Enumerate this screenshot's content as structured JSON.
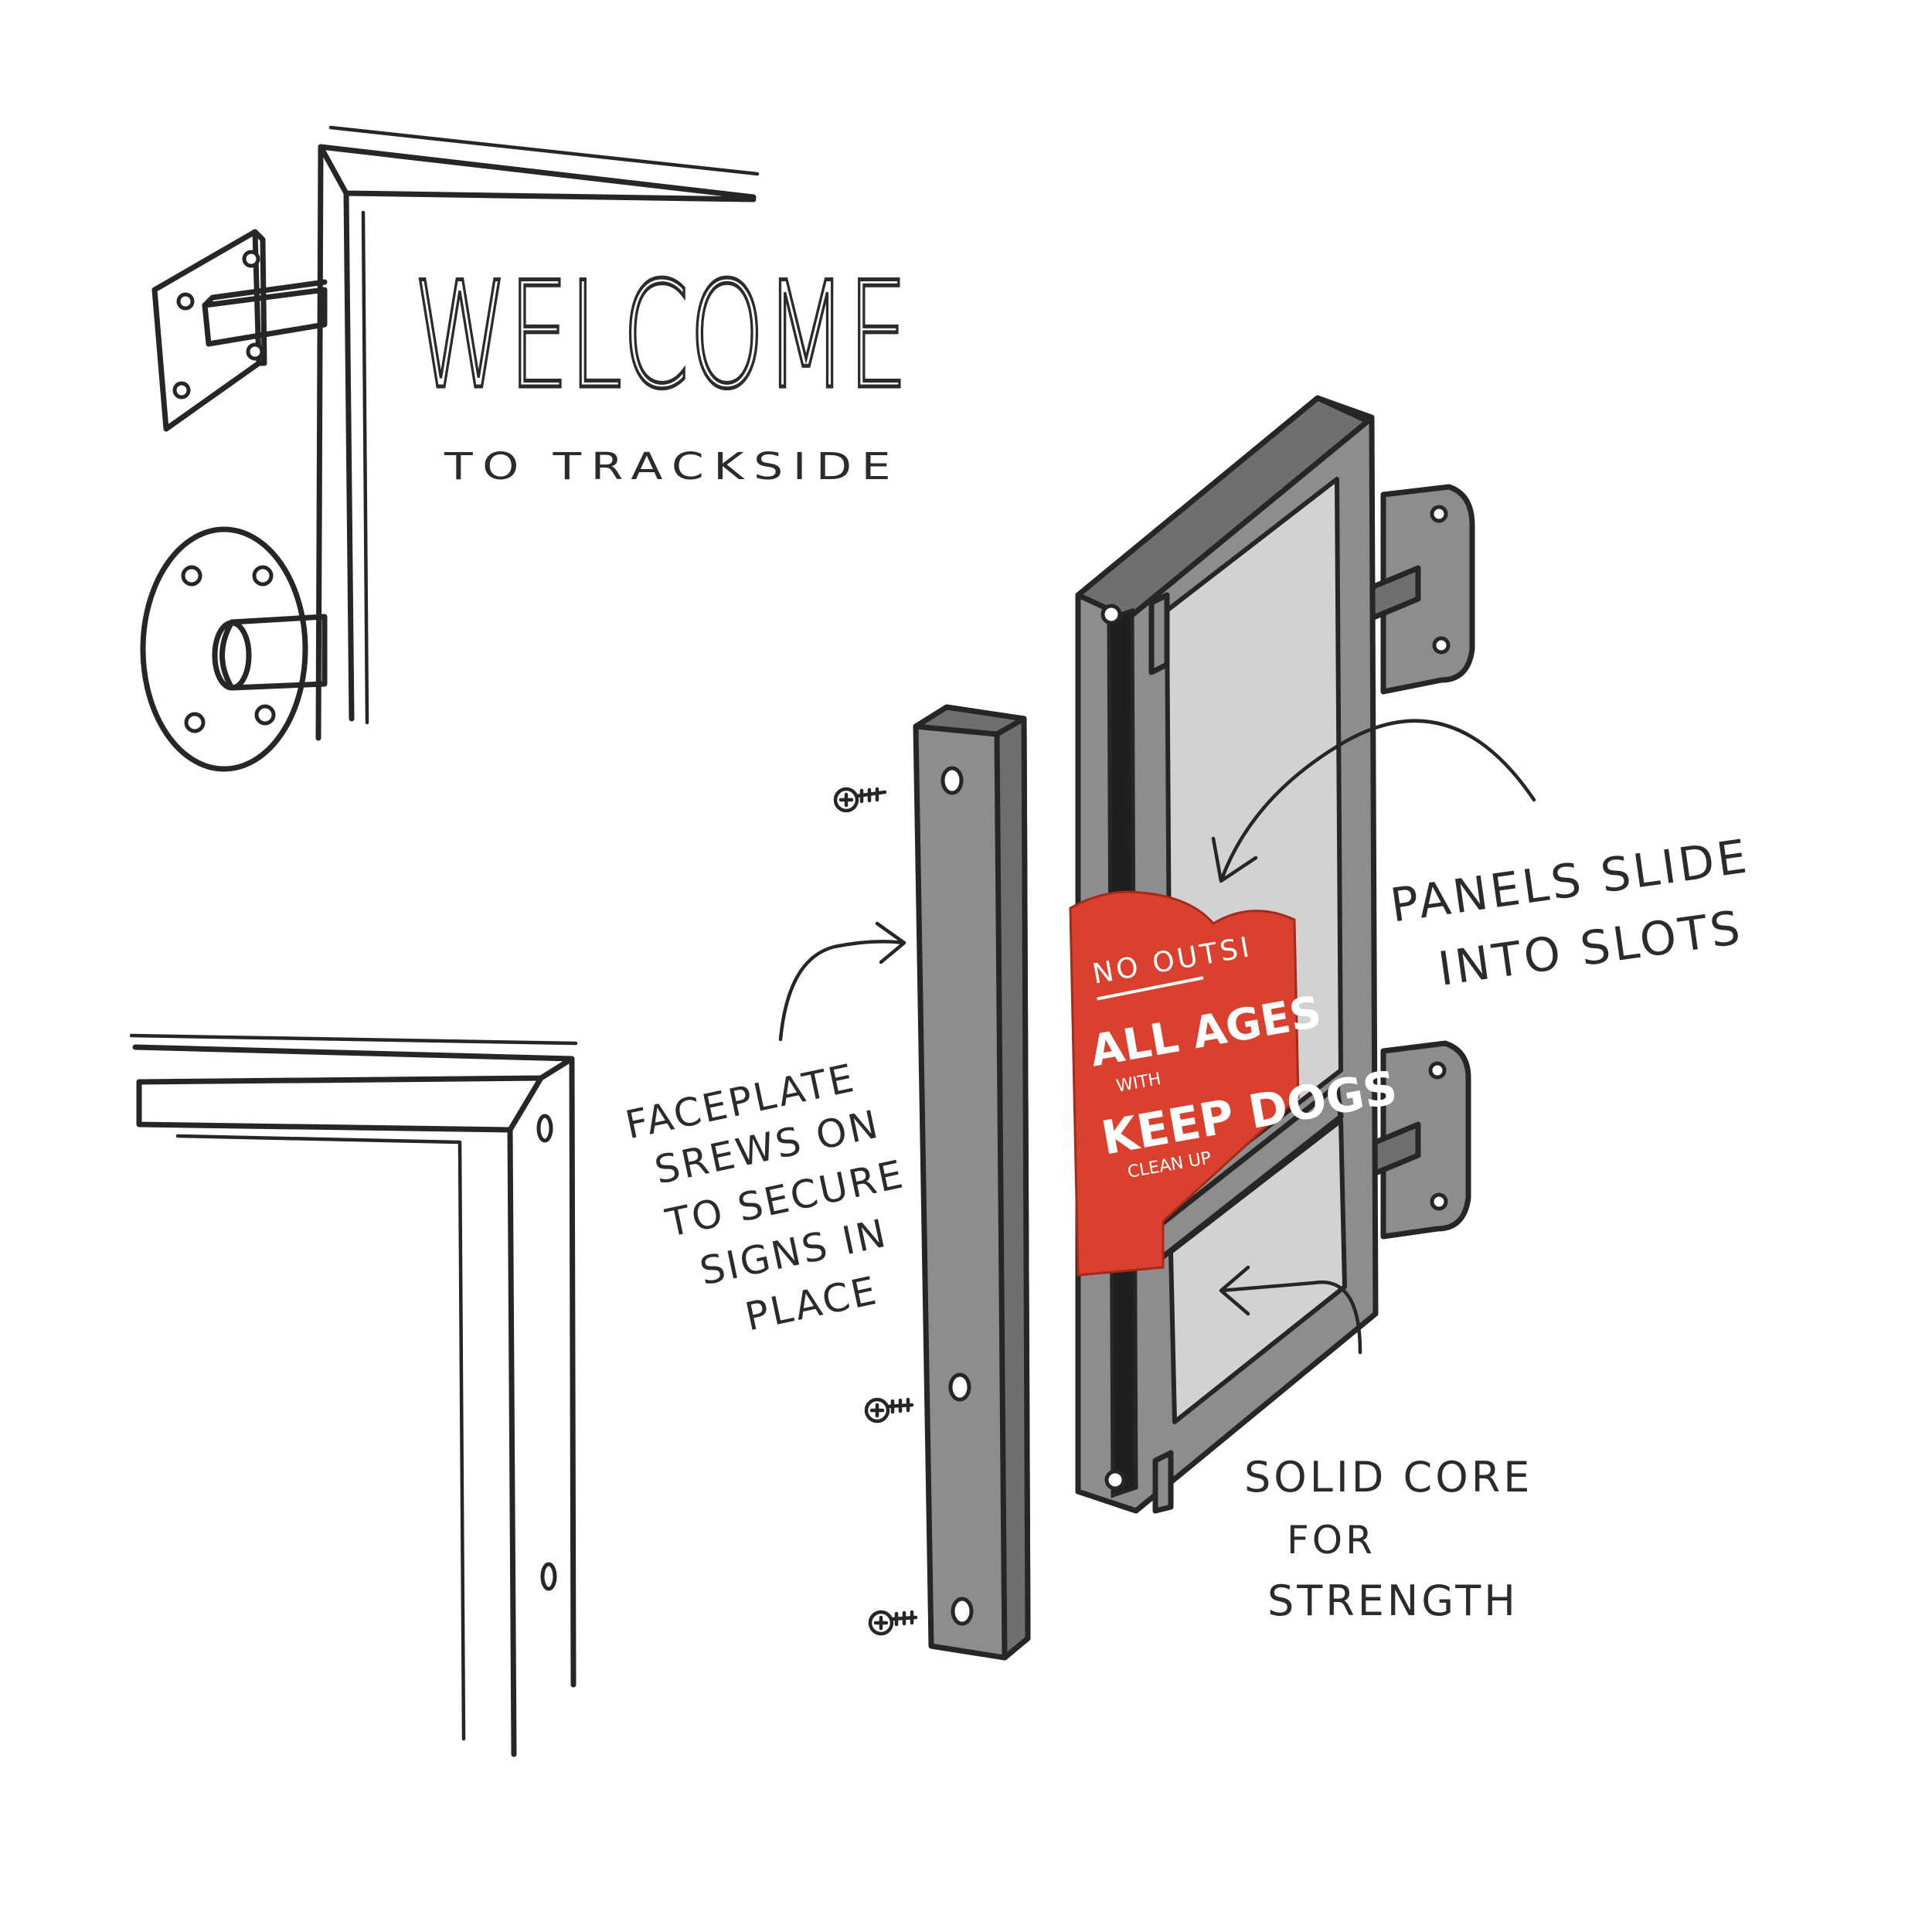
{
  "title": {
    "line1": "WELCOME",
    "line2": "TO TRACKSIDE"
  },
  "sign": {
    "line1": "NO OUTSI",
    "line2": "ALL AGES",
    "line2_small": "WITH",
    "line3": "KEEP DOGS",
    "line3_small": "CLEAN UP",
    "color": "#d9402e"
  },
  "annotations": {
    "panels": [
      "PANELS SLIDE",
      "INTO SLOTS"
    ],
    "faceplate": [
      "FACEPLATE",
      "SREWS ON",
      "TO SECURE",
      "SIGNS IN",
      "PLACE"
    ],
    "core": [
      "SOLID CORE",
      "FOR",
      "STRENGTH"
    ]
  },
  "colors": {
    "ink": "#262626",
    "metal": "#8d8d8d",
    "panel": "#d2d2d2"
  }
}
